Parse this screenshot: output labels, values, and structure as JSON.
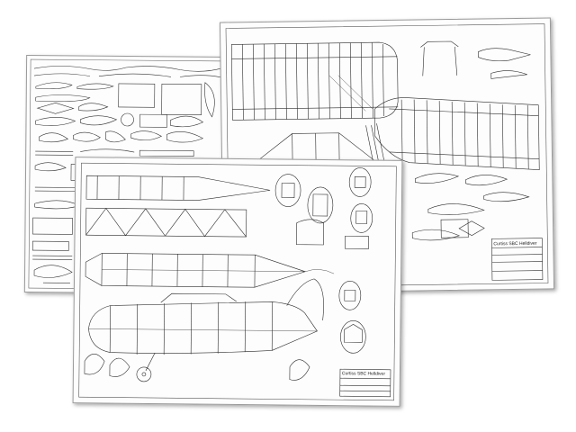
{
  "subject": "Curtiss SBC Helldiver",
  "sheets": [
    {
      "id": "parts-sheet"
    },
    {
      "id": "wing-sheet",
      "title_block": {
        "line1": "Curtiss SBC Helldiver"
      }
    },
    {
      "id": "fuselage-sheet",
      "title_block": {
        "line1": "Curtiss SBC Helldiver"
      }
    }
  ],
  "colors": {
    "paper": "#fdfdfd",
    "ink": "#2b2b2b",
    "border": "#9a9a9a",
    "shadow": "rgba(0,0,0,0.35)"
  }
}
